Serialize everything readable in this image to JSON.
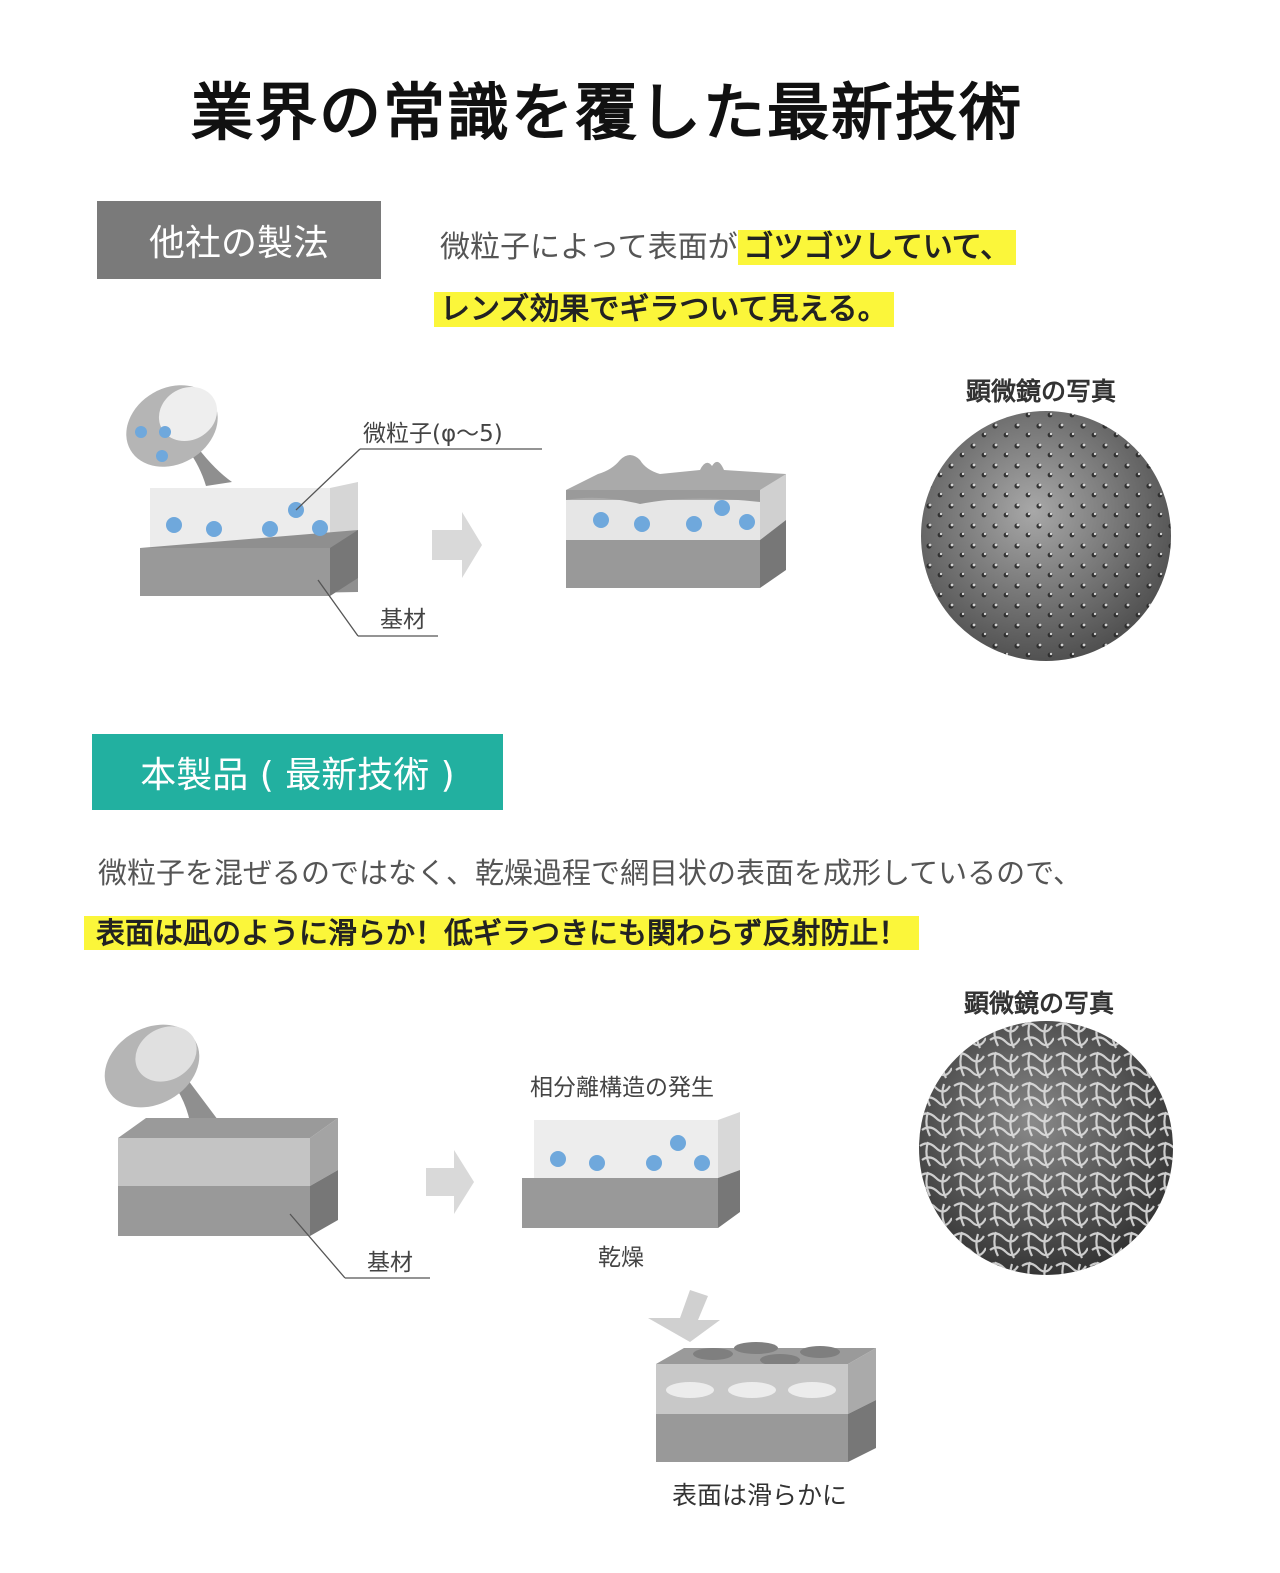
{
  "title": "業界の常識を覆した最新技術",
  "colors": {
    "gray_label": "#7a7a7a",
    "teal_label": "#22b0a0",
    "highlight": "#fbf63a",
    "particle": "#6fa8dc"
  },
  "other": {
    "label": "他社の製法",
    "desc_plain": "微粒子によって表面が",
    "desc_highlight1": "ゴツゴツしていて、",
    "desc_highlight2": "レンズ効果でギラついて見える。",
    "particle_label": "微粒子(φ〜5)",
    "substrate_label": "基材",
    "micro_title": "顕微鏡の写真"
  },
  "ours": {
    "label": "本製品 ( 最新技術 )",
    "desc_line1": "微粒子を混ぜるのではなく、乾燥過程で網目状の表面を成形しているので、",
    "desc_highlight": "表面は凪のように滑らか！低ギラつきにも関わらず反射防止！",
    "substrate_label": "基材",
    "phase_label": "相分離構造の発生",
    "dry_label": "乾燥",
    "smooth_label": "表面は滑らかに",
    "micro_title": "顕微鏡の写真"
  }
}
